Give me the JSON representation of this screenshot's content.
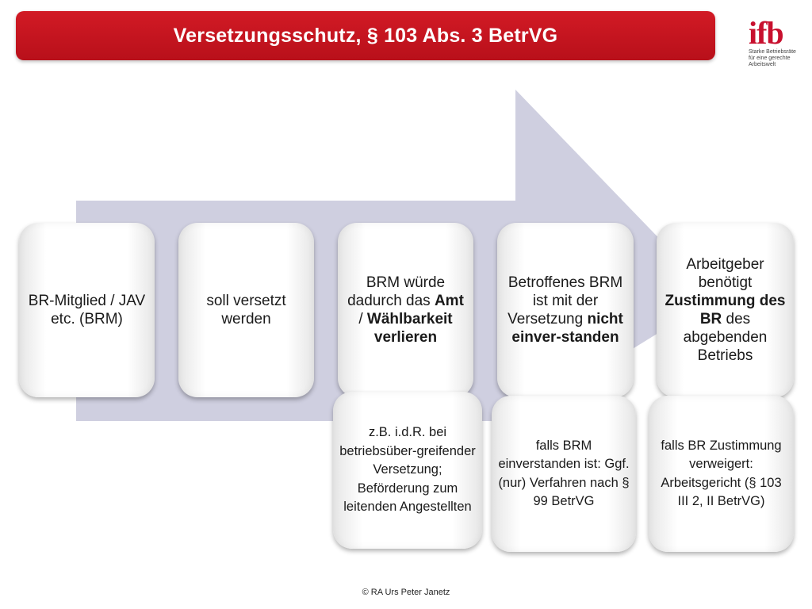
{
  "title": "Versetzungsschutz, § 103 Abs. 3 BetrVG",
  "logo": {
    "word": "ifb",
    "tagline": [
      "Starke Betriebsräte",
      "für eine gerechte",
      "Arbeitswelt"
    ]
  },
  "steps": [
    {
      "parts": [
        {
          "text": "BR-Mitglied / JAV etc. (BRM)",
          "bold": false
        }
      ]
    },
    {
      "parts": [
        {
          "text": "soll versetzt werden",
          "bold": false
        }
      ]
    },
    {
      "parts": [
        {
          "text": "BRM würde dadurch das ",
          "bold": false
        },
        {
          "text": "Amt",
          "bold": true
        },
        {
          "text": " / ",
          "bold": false
        },
        {
          "text": "Wählbarkeit verlieren",
          "bold": true
        }
      ]
    },
    {
      "parts": [
        {
          "text": "Betroffenes BRM ist mit der Versetzung ",
          "bold": false
        },
        {
          "text": "nicht einver-standen",
          "bold": true
        }
      ]
    },
    {
      "parts": [
        {
          "text": "Arbeitgeber benötigt ",
          "bold": false
        },
        {
          "text": "Zustimmung des BR",
          "bold": true
        },
        {
          "text": " des abgebenden Betriebs",
          "bold": false
        }
      ]
    }
  ],
  "notes": [
    "z.B. i.d.R. bei betriebsüber-greifender Versetzung; Beförderung zum leitenden Angestellten",
    "falls BRM einverstanden ist: Ggf. (nur) Verfahren nach § 99 BetrVG",
    "falls BR Zustimmung verweigert: Arbeitsgericht (§ 103 III 2, II BetrVG)"
  ],
  "footer": "© RA Urs Peter Janetz",
  "colors": {
    "title_bar": "#c0141f",
    "arrow_fill": "#cfcfe0",
    "logo": "#c8102e"
  }
}
